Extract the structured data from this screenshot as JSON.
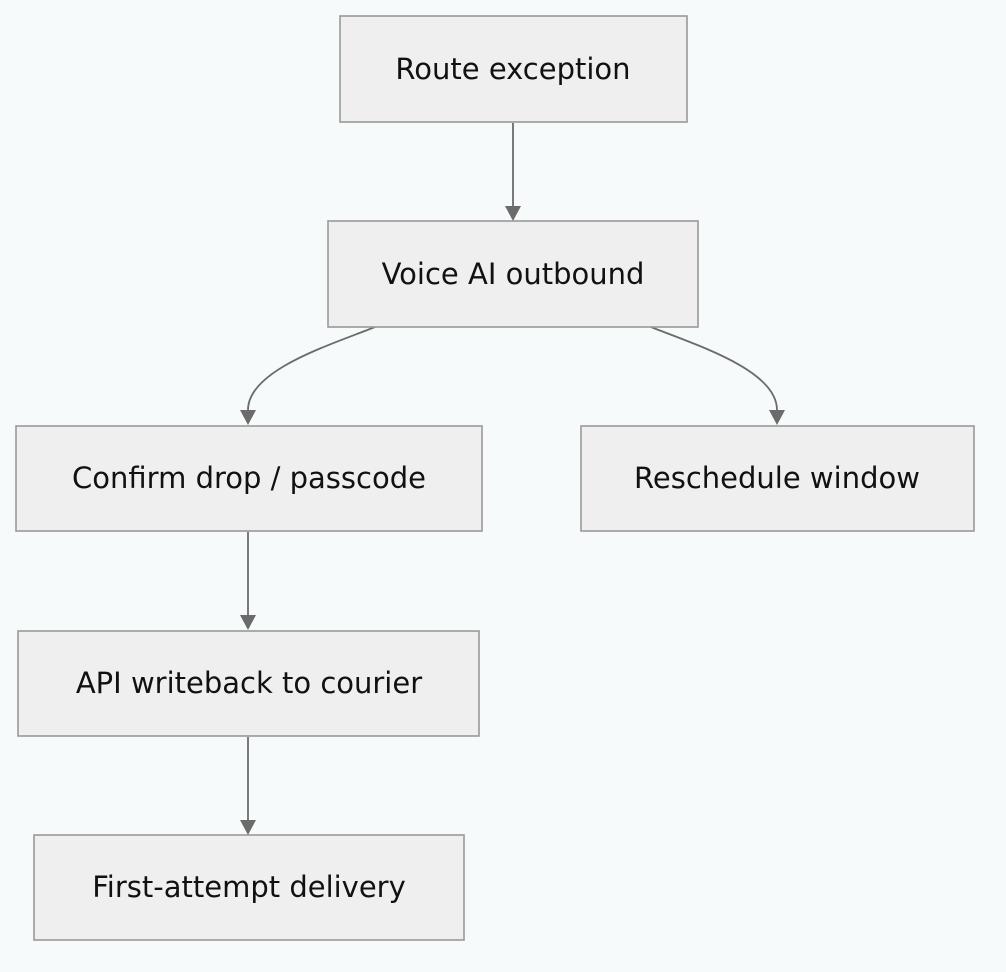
{
  "diagram": {
    "type": "flowchart",
    "direction": "top-down",
    "nodes": [
      {
        "id": "route-exception",
        "label": "Route exception"
      },
      {
        "id": "voice-ai-outbound",
        "label": "Voice AI outbound"
      },
      {
        "id": "confirm-drop-passcode",
        "label": "Confirm drop / passcode"
      },
      {
        "id": "reschedule-window",
        "label": "Reschedule window"
      },
      {
        "id": "api-writeback",
        "label": "API writeback to courier"
      },
      {
        "id": "first-attempt-delivery",
        "label": "First-attempt delivery"
      }
    ],
    "edges": [
      {
        "from": "route-exception",
        "to": "voice-ai-outbound"
      },
      {
        "from": "voice-ai-outbound",
        "to": "confirm-drop-passcode"
      },
      {
        "from": "voice-ai-outbound",
        "to": "reschedule-window"
      },
      {
        "from": "confirm-drop-passcode",
        "to": "api-writeback"
      },
      {
        "from": "api-writeback",
        "to": "first-attempt-delivery"
      }
    ],
    "colors": {
      "background": "#f7fafa",
      "node_fill": "#efefef",
      "node_border": "#999999",
      "edge": "#6b6b6b",
      "text": "#111111"
    }
  }
}
